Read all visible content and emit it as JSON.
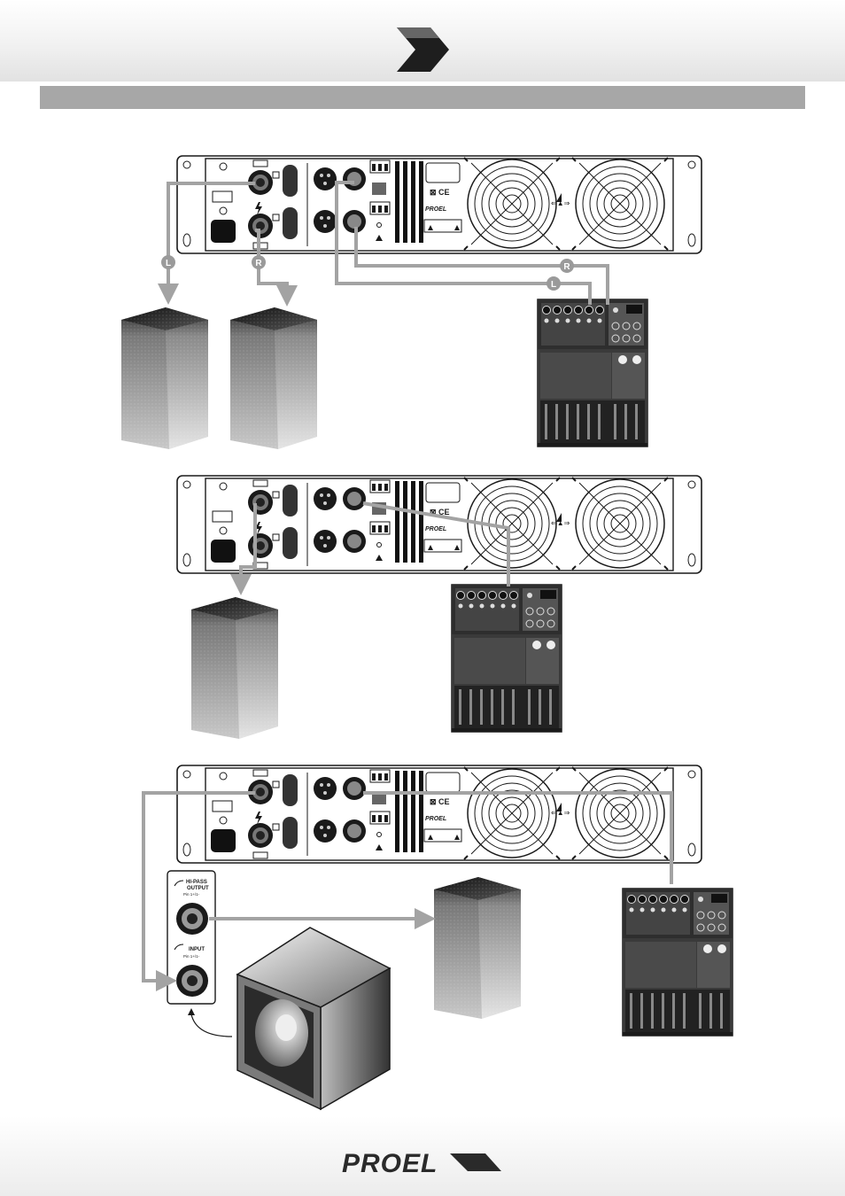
{
  "header": {
    "arrow_icon": "chevron-right-icon"
  },
  "labels": {
    "left": "L",
    "right": "R"
  },
  "panel": {
    "brand": "PROEL",
    "hipass_title": "HI-PASS",
    "hipass_output": "OUTPUT",
    "hipass_pin": "Pin 1+/1-",
    "input": "INPUT",
    "input_pin": "Pin 1+/1-"
  },
  "footer": {
    "brand": "PROEL"
  },
  "colors": {
    "cable": "#a3a3a3",
    "header_bar": "#a7a7a7",
    "ink": "#1a1a1a"
  }
}
